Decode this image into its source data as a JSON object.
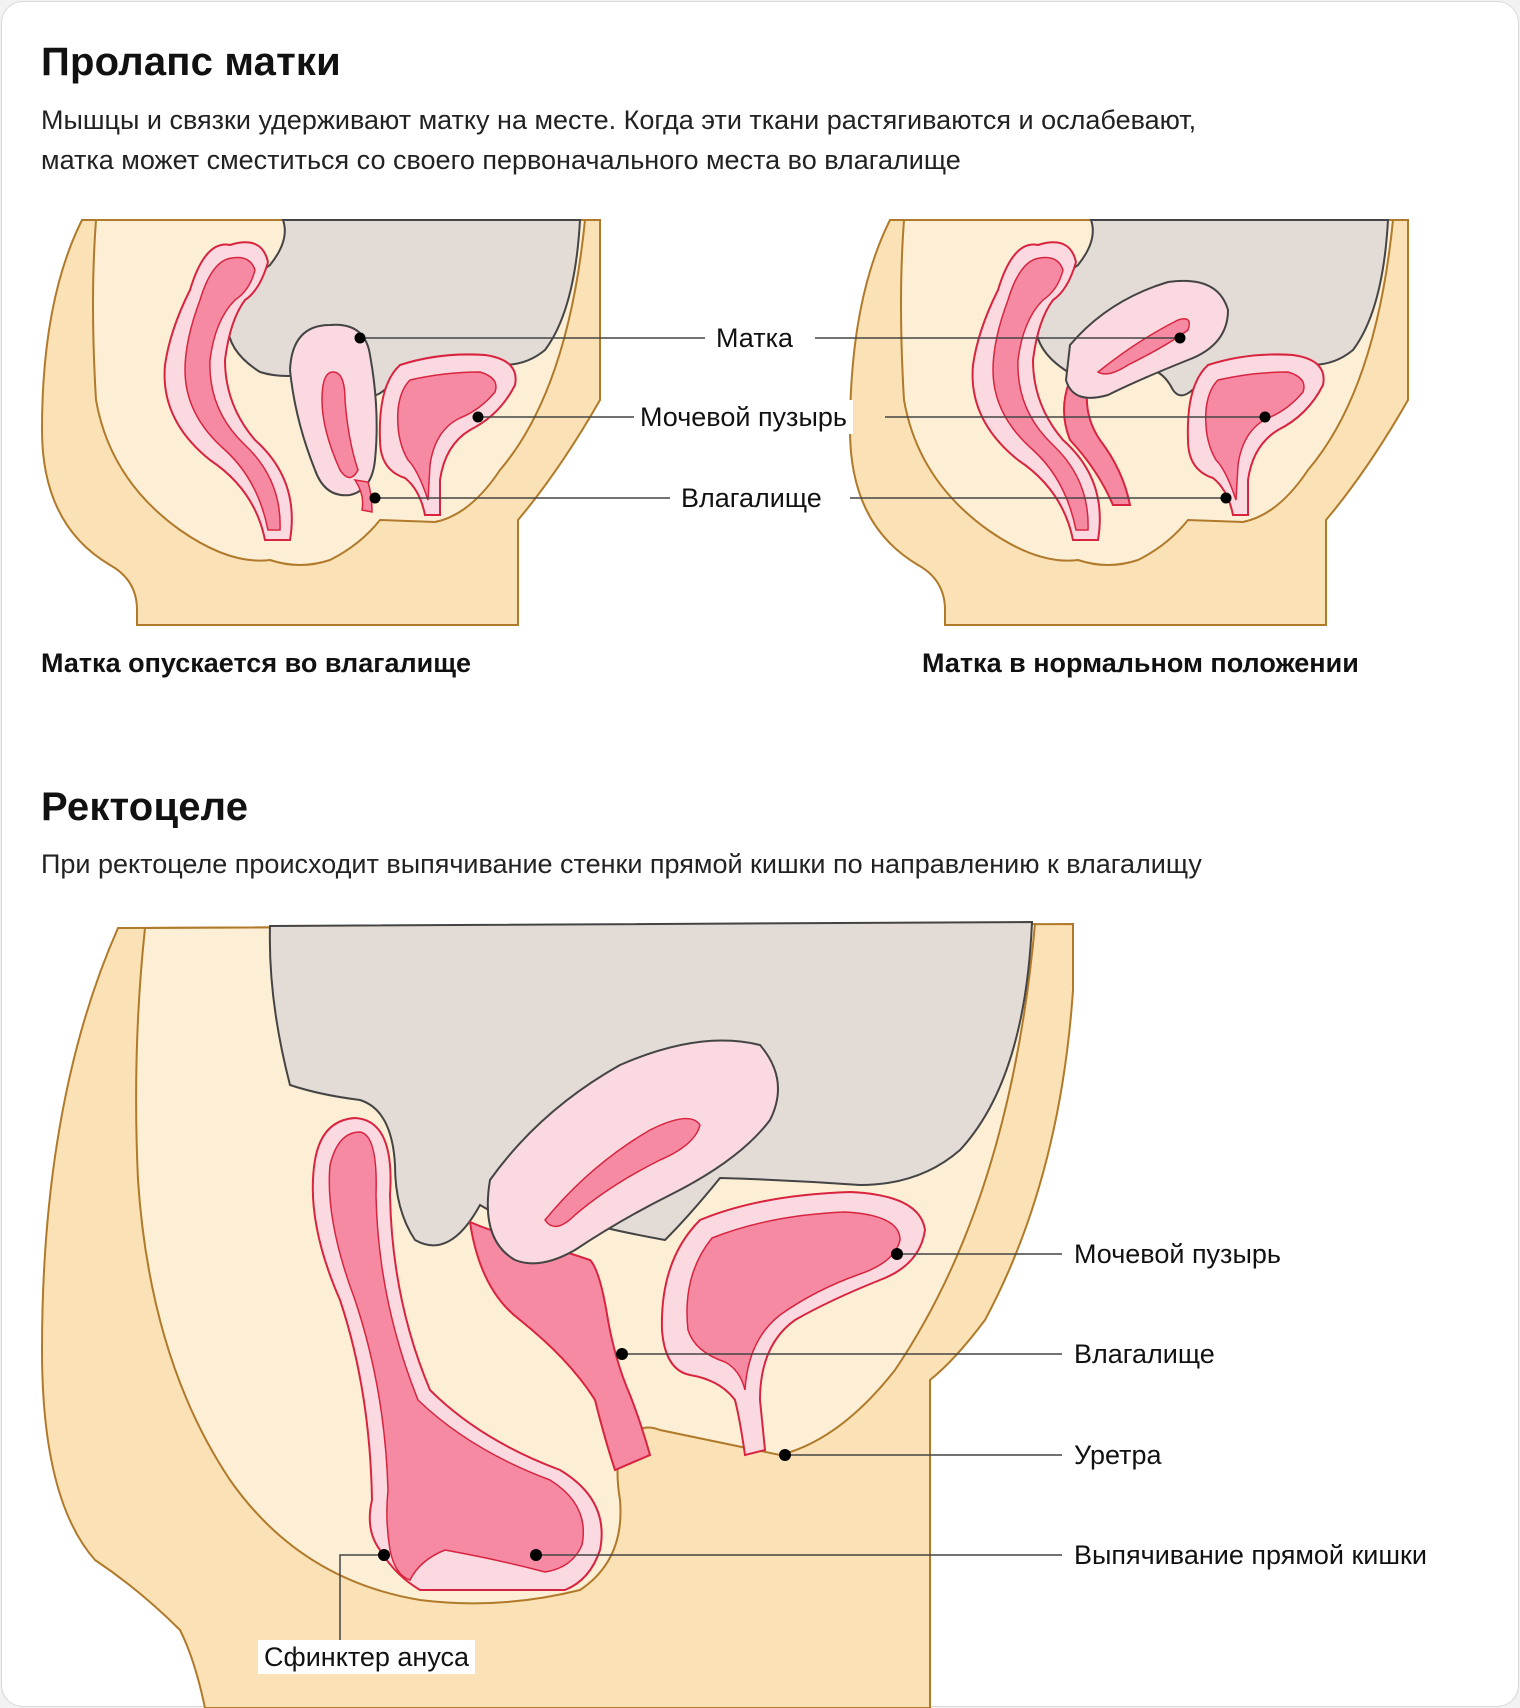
{
  "sections": {
    "prolapse": {
      "title": "Пролапс матки",
      "description_line1": "Мышцы и связки удерживают матку на месте. Когда эти ткани растягиваются и ослабевают,",
      "description_line2": "матка может сместиться со своего первоначального места во влагалище",
      "caption_left": "Матка опускается во влагалище",
      "caption_right": "Матка в нормальном положении",
      "labels": {
        "uterus": "Матка",
        "bladder": "Мочевой пузырь",
        "vagina": "Влагалище"
      }
    },
    "rectocele": {
      "title": "Ректоцеле",
      "description": "При ректоцеле происходит выпячивание стенки прямой кишки по направлению к влагалищу",
      "labels": {
        "bladder": "Мочевой пузырь",
        "vagina": "Влагалище",
        "urethra": "Уретра",
        "rectal_bulge": "Выпячивание прямой кишки",
        "anal_sphincter": "Сфинктер ануса"
      }
    }
  },
  "colors": {
    "skin": "#fbe1b6",
    "skin_light": "#fdefd6",
    "outline": "#b07a2a",
    "bone": "#e2dbd6",
    "organ_light": "#fbd9e0",
    "organ_dark": "#f68aa3",
    "organ_outline": "#d8243f"
  }
}
